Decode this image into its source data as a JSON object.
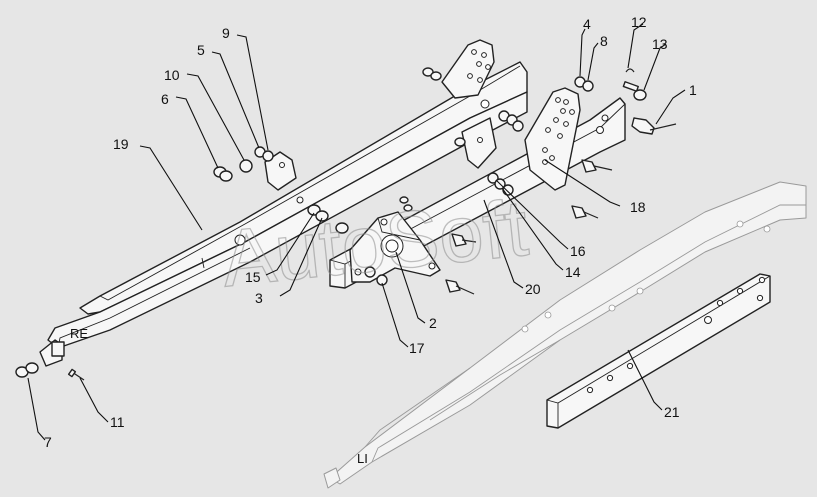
{
  "diagram": {
    "callouts": [
      {
        "id": "c1",
        "label": "1"
      },
      {
        "id": "c2",
        "label": "2"
      },
      {
        "id": "c3",
        "label": "3"
      },
      {
        "id": "c4",
        "label": "4"
      },
      {
        "id": "c5",
        "label": "5"
      },
      {
        "id": "c6",
        "label": "6"
      },
      {
        "id": "c7",
        "label": "7"
      },
      {
        "id": "c8",
        "label": "8"
      },
      {
        "id": "c9",
        "label": "9"
      },
      {
        "id": "c10",
        "label": "10"
      },
      {
        "id": "c11",
        "label": "11"
      },
      {
        "id": "c12",
        "label": "12"
      },
      {
        "id": "c13",
        "label": "13"
      },
      {
        "id": "c14",
        "label": "14"
      },
      {
        "id": "c15",
        "label": "15"
      },
      {
        "id": "c16",
        "label": "16"
      },
      {
        "id": "c17",
        "label": "17"
      },
      {
        "id": "c18",
        "label": "18"
      },
      {
        "id": "c19",
        "label": "19"
      },
      {
        "id": "c20",
        "label": "20"
      },
      {
        "id": "c21",
        "label": "21"
      }
    ],
    "side_labels": {
      "right": "RE",
      "left": "LI"
    },
    "watermark": "AutoSoft"
  }
}
